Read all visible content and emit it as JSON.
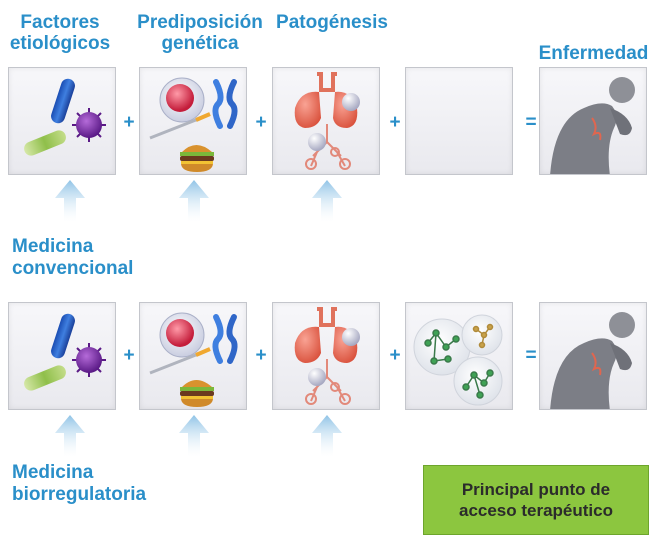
{
  "headers": {
    "factores_line1": "Factores",
    "factores_line2": "etiológicos",
    "predisposicion_line1": "Prediposición",
    "predisposicion_line2": "genética",
    "patogenesis": "Patogénesis",
    "enfermedad": "Enfermedad"
  },
  "rows": {
    "convencional": {
      "label_line1": "Medicina",
      "label_line2": "convencional"
    },
    "biorregulatoria": {
      "label_line1": "Medicina",
      "label_line2": "biorregulatoria"
    }
  },
  "operators": {
    "plus": "+",
    "equals": "="
  },
  "callout": "Principal punto de acceso terapéutico",
  "colors": {
    "accent": "#2a8fc9",
    "callout_bg": "#8cc63f",
    "arrow": "#8fc3e6"
  },
  "icons": [
    "bacteria-icon",
    "cell-icon",
    "chromosome-icon",
    "syringe-icon",
    "burger-icon",
    "lungs-icon",
    "network-icon",
    "patient-icon"
  ]
}
